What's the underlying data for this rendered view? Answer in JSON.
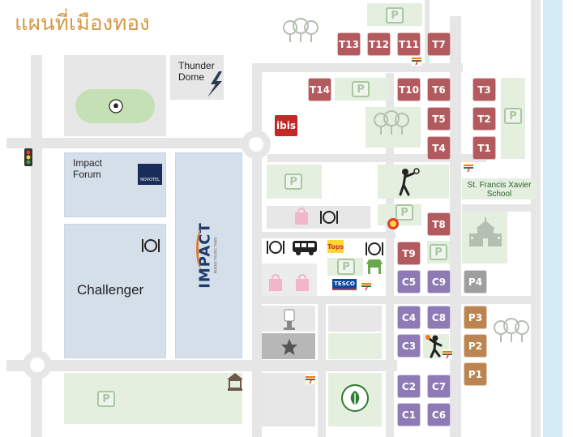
{
  "title": "แผนที่เมืองทอง",
  "colors": {
    "title": "#d39a44",
    "road": "#e6e6e6",
    "green_area": "#e4efdf",
    "venue": "#d5dfea",
    "block_t": "#b25a5e",
    "block_c": "#8e7bb6",
    "block_p": "#bc8450",
    "block_grey": "#9e9e9e",
    "river": "#d5ecf6"
  },
  "labels": {
    "thunder_dome": "Thunder Dome",
    "impact_forum": "Impact Forum",
    "novotel": "NOVOTEL",
    "challenger": "Challenger",
    "impact_logo": "IMPACT",
    "impact_sub": "MUANG THONG THANI",
    "ibis": "ibis",
    "school": "St. Francis Xavier School",
    "tops": "Tops",
    "tesco": "TESCO",
    "seven": "7",
    "parking": "P",
    "shop": "shop"
  },
  "blocks": {
    "t13": "T13",
    "t12": "T12",
    "t11": "T11",
    "t7": "T7",
    "t14": "T14",
    "t10": "T10",
    "t6": "T6",
    "t3": "T3",
    "t5": "T5",
    "t2": "T2",
    "t4": "T4",
    "t1": "T1",
    "t8": "T8",
    "t9": "T9",
    "c5": "C5",
    "c9": "C9",
    "c4": "C4",
    "c8": "C8",
    "c3": "C3",
    "c2": "C2",
    "c7": "C7",
    "c1": "C1",
    "c6": "C6",
    "p4": "P4",
    "p3": "P3",
    "p2": "P2",
    "p1": "P1"
  },
  "icons": {
    "stadium": "soccer-ball-icon",
    "dome": "lightning-icon",
    "traffic_light": "traffic-light-icon",
    "restaurant": "fork-knife-icon",
    "bus": "bus-icon",
    "shopping": "shopping-bag-icon",
    "tennis": "tennis-player-icon",
    "basketball": "basketball-player-icon",
    "trees": "tree-icon",
    "school": "school-building-icon",
    "market": "market-stall-icon",
    "bank": "bank-leaf-icon",
    "shrine": "shrine-icon",
    "monument": "monument-icon",
    "star": "star-icon",
    "pavilion": "pavilion-icon"
  }
}
